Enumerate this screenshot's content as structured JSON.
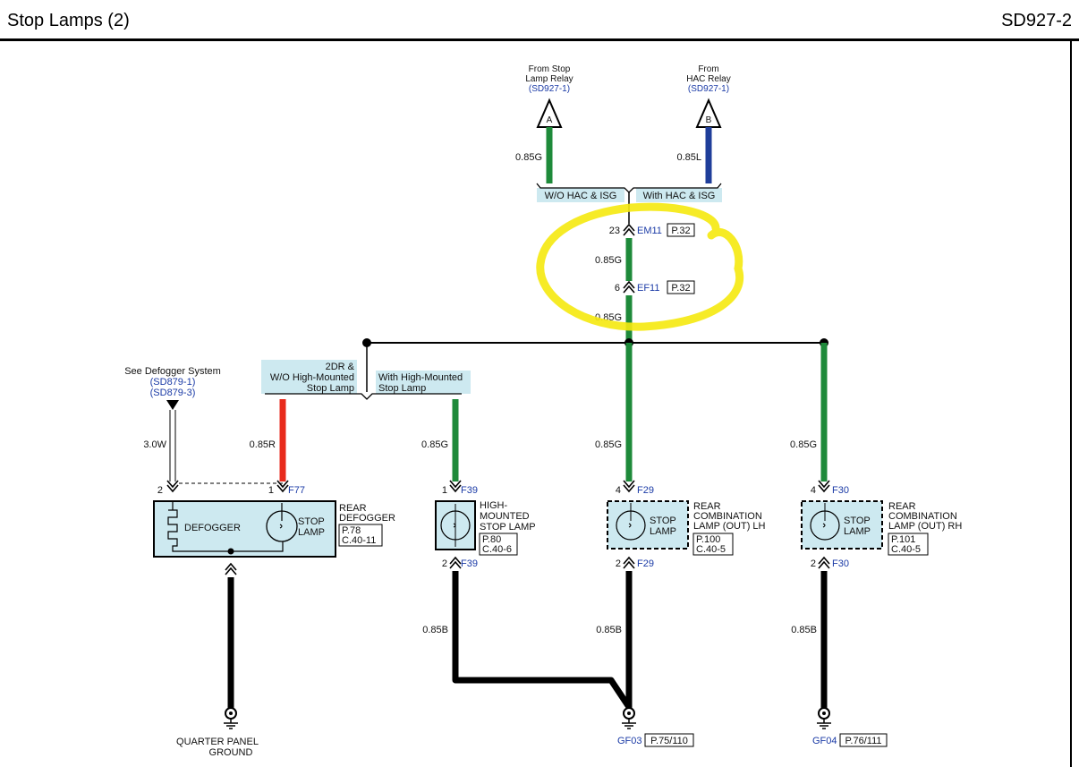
{
  "page": {
    "title": "Stop Lamps (2)",
    "code": "SD927-2"
  },
  "colors": {
    "green": "#1e8a3a",
    "blue": "#1f3e9a",
    "red": "#e82a1c",
    "black": "#000000",
    "box_fill": "#cde9f0",
    "ref_blue": "#1a3aa6",
    "highlight": "#f5e90e"
  },
  "sources": {
    "a": {
      "line1": "From Stop",
      "line2": "Lamp Relay",
      "ref": "(SD927-1)",
      "tag": "A",
      "wire": "0.85G"
    },
    "b": {
      "line1": "From",
      "line2": "HAC Relay",
      "ref": "(SD927-1)",
      "tag": "B",
      "wire": "0.85L"
    }
  },
  "options": {
    "left": "W/O HAC & ISG",
    "right": "With HAC & ISG"
  },
  "connectors_top": {
    "em11": {
      "pin": "23",
      "name": "EM11",
      "page": "P.32"
    },
    "wire_mid": "0.85G",
    "ef11": {
      "pin": "6",
      "name": "EF11",
      "page": "P.32"
    },
    "wire_low": "0.85G"
  },
  "branch_options": {
    "left_line1": "2DR &",
    "left_line2": "W/O High-Mounted",
    "left_line3": "Stop Lamp",
    "right_line1": "With High-Mounted",
    "right_line2": "Stop Lamp"
  },
  "defogger": {
    "see_text": "See Defogger System",
    "ref1": "(SD879-1)",
    "ref2": "(SD879-3)",
    "wire": "3.0W",
    "pin": "2",
    "label": "DEFOGGER",
    "stop_pin": "1",
    "stop_conn": "F77",
    "stop_wire": "0.85R",
    "stop_label1": "STOP",
    "stop_label2": "LAMP",
    "comp1": "REAR",
    "comp2": "DEFOGGER",
    "page": "P.78",
    "conn_page": "C.40-11",
    "ground1": "QUARTER PANEL",
    "ground2": "GROUND"
  },
  "hmsl": {
    "wire_top": "0.85G",
    "pin_top": "1",
    "conn_top": "F39",
    "name1": "HIGH-",
    "name2": "MOUNTED",
    "name3": "STOP LAMP",
    "page": "P.80",
    "conn_page": "C.40-6",
    "pin_bot": "2",
    "conn_bot": "F39",
    "wire_bot": "0.85B"
  },
  "lamp_lh": {
    "wire_top": "0.85G",
    "pin_top": "4",
    "conn_top": "F29",
    "label1": "STOP",
    "label2": "LAMP",
    "name1": "REAR",
    "name2": "COMBINATION",
    "name3": "LAMP (OUT) LH",
    "page": "P.100",
    "conn_page": "C.40-5",
    "pin_bot": "2",
    "conn_bot": "F29",
    "wire_bot": "0.85B",
    "ground": "GF03",
    "ground_page": "P.75/110"
  },
  "lamp_rh": {
    "wire_top": "0.85G",
    "pin_top": "4",
    "conn_top": "F30",
    "label1": "STOP",
    "label2": "LAMP",
    "name1": "REAR",
    "name2": "COMBINATION",
    "name3": "LAMP (OUT) RH",
    "page": "P.101",
    "conn_page": "C.40-5",
    "pin_bot": "2",
    "conn_bot": "F30",
    "wire_bot": "0.85B",
    "ground": "GF04",
    "ground_page": "P.76/111"
  }
}
